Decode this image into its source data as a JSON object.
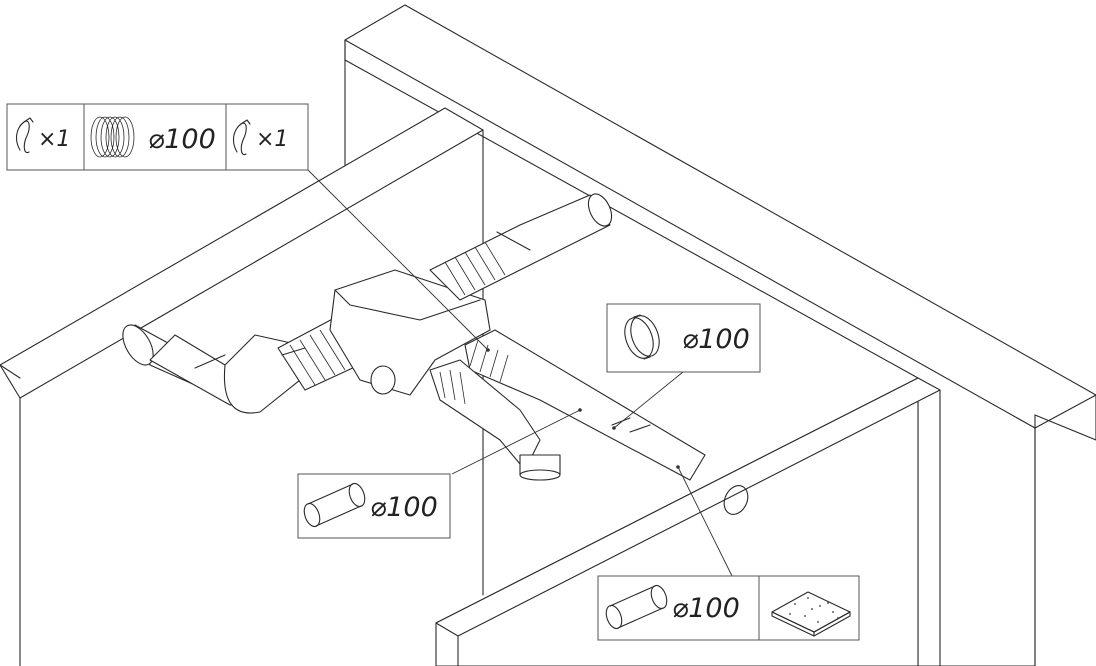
{
  "callouts": {
    "top": {
      "left_count": "×1",
      "hose_diameter": "⌀100",
      "right_count": "×1"
    },
    "ring": {
      "diameter": "⌀100"
    },
    "pipe_center": {
      "diameter": "⌀100"
    },
    "pipe_bottom": {
      "diameter": "⌀100"
    }
  },
  "icons": [
    "hose-clamp-icon",
    "flexible-hose-coil-icon",
    "connector-ring-icon",
    "straight-pipe-icon",
    "ceiling-tile-icon"
  ]
}
